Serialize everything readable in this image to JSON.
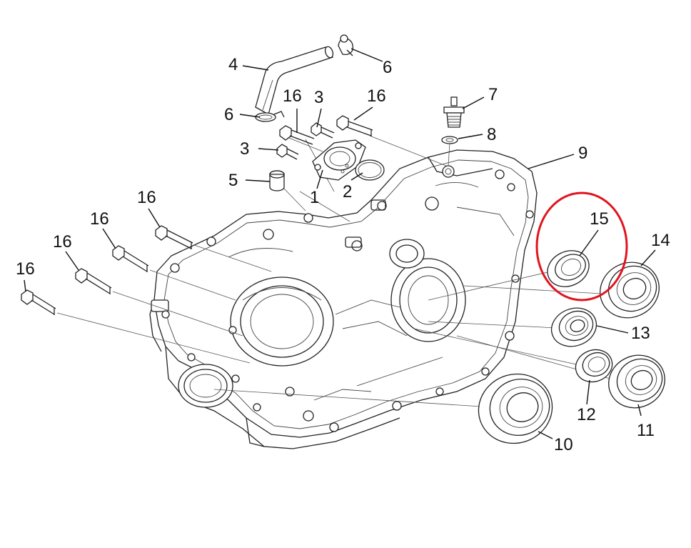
{
  "callouts": [
    {
      "id": "c1",
      "label": "1"
    },
    {
      "id": "c2",
      "label": "2"
    },
    {
      "id": "c3a",
      "label": "3"
    },
    {
      "id": "c3b",
      "label": "3"
    },
    {
      "id": "c4",
      "label": "4"
    },
    {
      "id": "c5",
      "label": "5"
    },
    {
      "id": "c6a",
      "label": "6"
    },
    {
      "id": "c6b",
      "label": "6"
    },
    {
      "id": "c7",
      "label": "7"
    },
    {
      "id": "c8",
      "label": "8"
    },
    {
      "id": "c9",
      "label": "9"
    },
    {
      "id": "c10",
      "label": "10"
    },
    {
      "id": "c11",
      "label": "11"
    },
    {
      "id": "c12",
      "label": "12"
    },
    {
      "id": "c13",
      "label": "13"
    },
    {
      "id": "c14",
      "label": "14"
    },
    {
      "id": "c15",
      "label": "15"
    },
    {
      "id": "c16a",
      "label": "16"
    },
    {
      "id": "c16b",
      "label": "16"
    },
    {
      "id": "c16c",
      "label": "16"
    },
    {
      "id": "c16d",
      "label": "16"
    },
    {
      "id": "c16e",
      "label": "16"
    },
    {
      "id": "c16f",
      "label": "16"
    }
  ],
  "highlight": {
    "target": "15",
    "color": "#e0141e"
  }
}
